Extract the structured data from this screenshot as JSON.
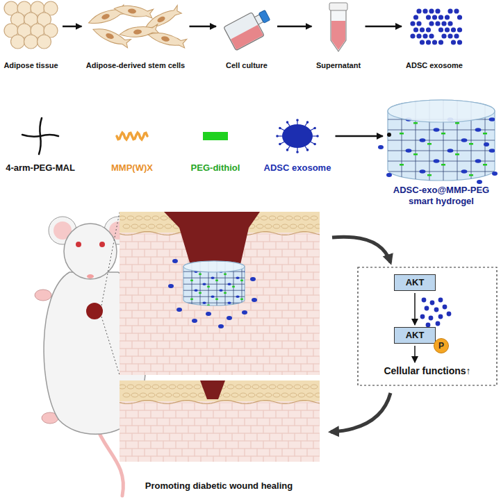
{
  "diagram": {
    "nodes": [
      {
        "text": [
          "Adipose tissue"
        ]
      },
      {
        "text": [
          "Adipose-derived stem cells"
        ]
      },
      {
        "text": [
          "Cell culture"
        ]
      },
      {
        "text": [
          "Supernatant"
        ]
      },
      {
        "text": [
          "ADSC exosome"
        ]
      },
      {
        "text": [
          "4-arm-PEG-MAL"
        ]
      },
      {
        "text": [
          "MMP(W)X"
        ]
      },
      {
        "text": [
          "PEG-dithiol"
        ]
      },
      {
        "text": [
          "ADSC exosome"
        ]
      },
      {
        "text": [
          "ADSC-exo@MMP-PEG smart hydrogel"
        ]
      },
      {
        "text": [
          "AKT"
        ]
      },
      {
        "text": [
          "AKT"
        ]
      },
      {
        "text": [
          "P"
        ]
      },
      {
        "text": [
          "Cellular functions↑"
        ]
      }
    ],
    "edges": [
      {
        "from": 0,
        "to": 1,
        "arrow": "to"
      },
      {
        "from": 1,
        "to": 2,
        "arrow": "to"
      },
      {
        "from": 2,
        "to": 3,
        "arrow": "to"
      },
      {
        "from": 3,
        "to": 4,
        "arrow": "to"
      },
      {
        "from": 8,
        "to": 9,
        "arrow": "to"
      },
      {
        "from": 10,
        "to": 11,
        "arrow": "to"
      },
      {
        "from": 11,
        "to": 13,
        "arrow": "to"
      }
    ],
    "labels": [
      "Promoting diabetic wound healing"
    ]
  }
}
